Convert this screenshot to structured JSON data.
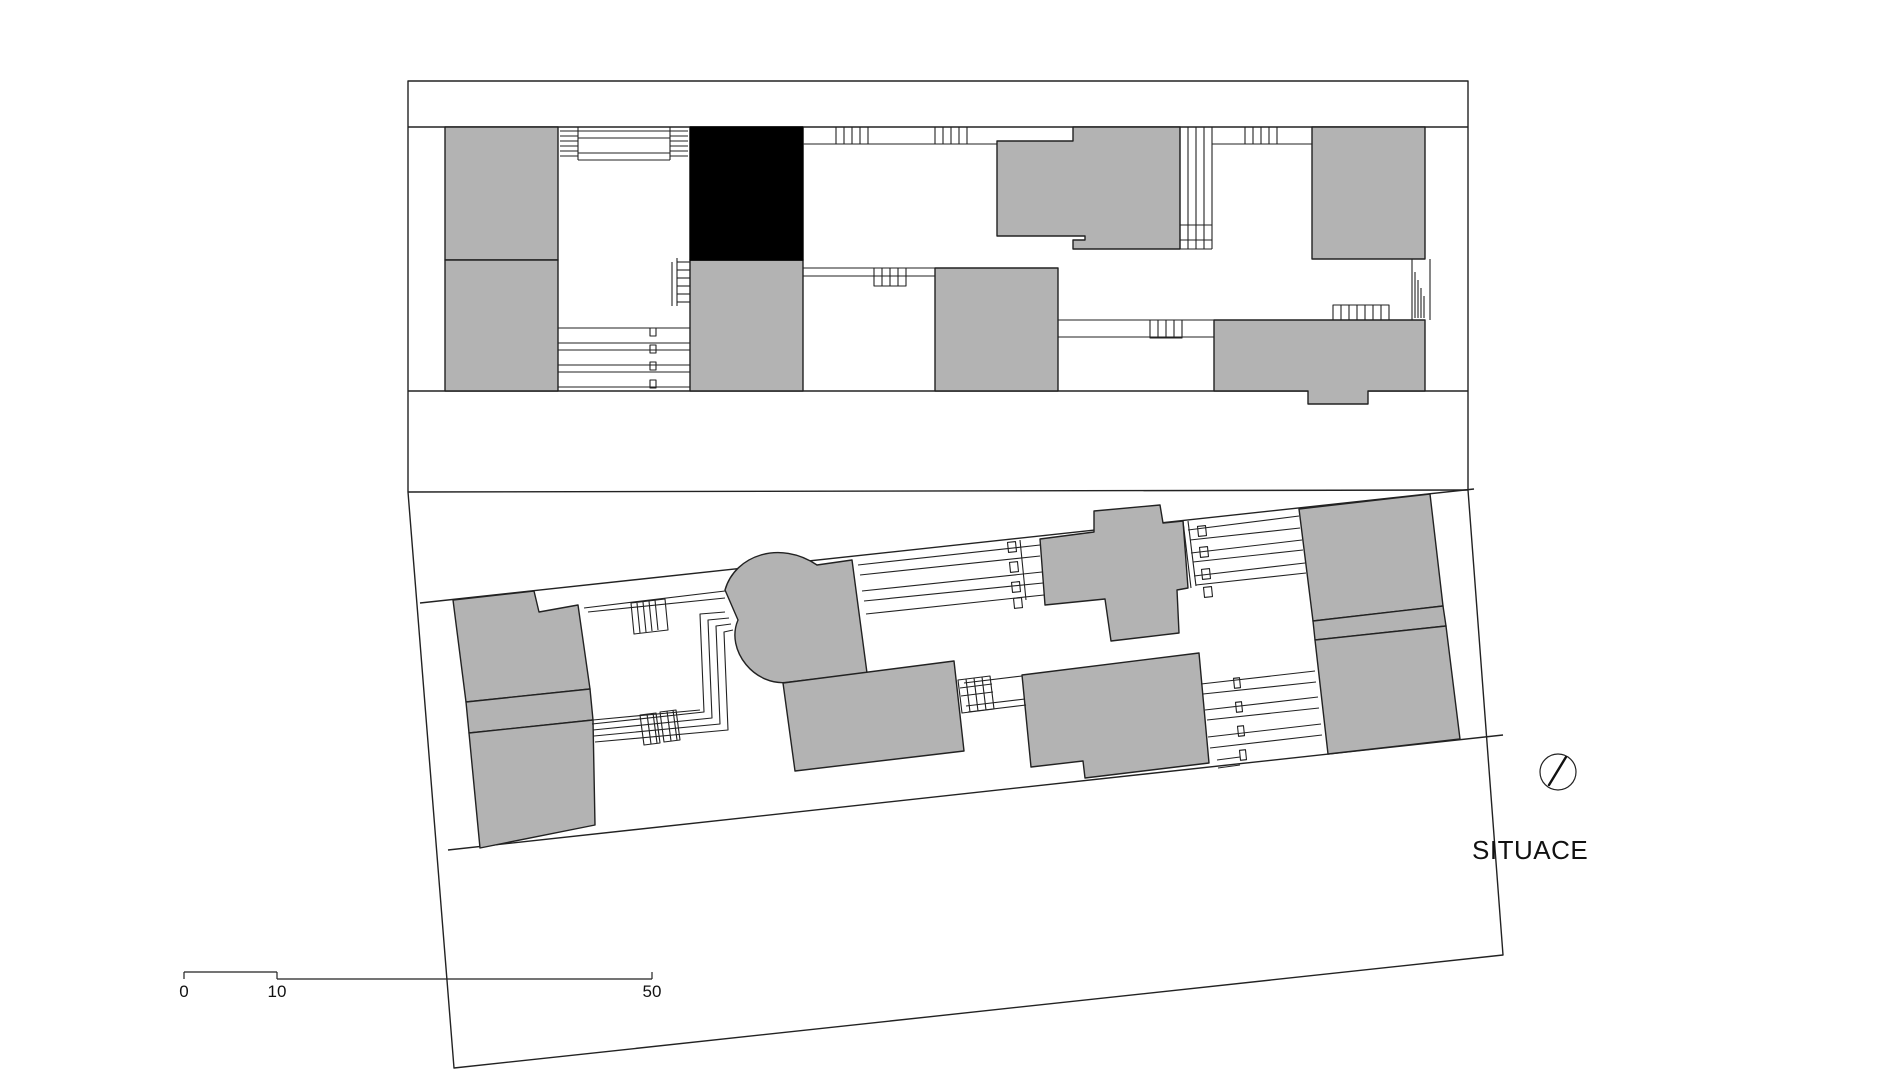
{
  "title": "SITUACE",
  "scale_bar": {
    "ticks": [
      "0",
      "10",
      "50"
    ]
  },
  "colors": {
    "building": "#b3b3b3",
    "highlight_building": "#000000",
    "line": "#222222",
    "background": "#ffffff"
  },
  "icons": {
    "north_arrow": "north-arrow-icon"
  }
}
